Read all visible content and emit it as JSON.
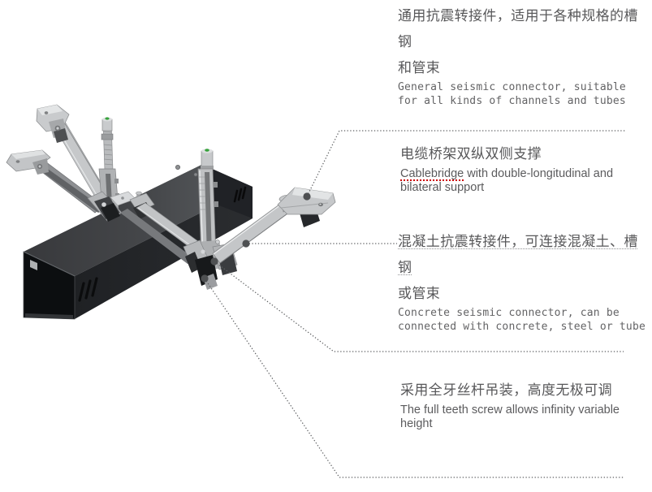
{
  "figure": {
    "description_role": "seismic cable-tray support product callout diagram",
    "colors": {
      "text_gray": "#595959",
      "callout_line_gray": "#5c5e60",
      "spellcheck_red": "#cc0000",
      "tray_black": "#26282b",
      "steel_gray": "#c6c8ca",
      "green_tip": "#37a23c"
    }
  },
  "blocks": [
    {
      "id": "general-connector",
      "zh_lines": [
        "通用抗震转接件，适用于各种规格的槽钢",
        "和管束"
      ],
      "en_lines": [
        "General seismic connector, suitable",
        "for all kinds of channels and tubes"
      ]
    },
    {
      "id": "cablebridge-support",
      "zh_lines": [
        "电缆桥架双纵双侧支撑"
      ],
      "en_word_spellchecked": "Cablebridge",
      "en_after_word": " with double-longitudinal and",
      "en_line2": "bilateral support"
    },
    {
      "id": "concrete-connector",
      "zh_lines": [
        "混凝土抗震转接件，可连接混凝土、槽钢",
        "或管束"
      ],
      "en_lines": [
        "Concrete seismic connector, can be",
        "connected with concrete, steel or tube"
      ]
    },
    {
      "id": "full-teeth-screw",
      "zh_lines": [
        "采用全牙丝杆吊装，高度无极可调"
      ],
      "en_lines": [
        "The full teeth screw allows infinity variable",
        "height"
      ]
    }
  ]
}
